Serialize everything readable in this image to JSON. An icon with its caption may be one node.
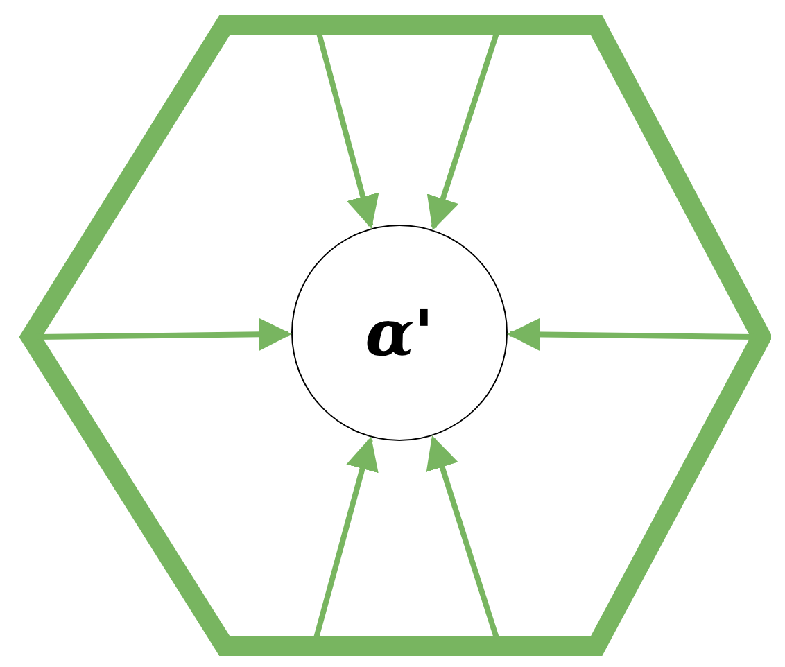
{
  "diagram": {
    "nodes": [
      {
        "text": [],
        "shape": "hexagon"
      },
      {
        "text": [
          "α'"
        ],
        "in": 0
      }
    ],
    "edges": [
      {
        "from": 0,
        "to": 1,
        "arrow": "to"
      },
      {
        "from": 0,
        "to": 1,
        "arrow": "to"
      },
      {
        "from": 0,
        "to": 1,
        "arrow": "to"
      },
      {
        "from": 0,
        "to": 1,
        "arrow": "to"
      },
      {
        "from": 0,
        "to": 1,
        "arrow": "to"
      },
      {
        "from": 0,
        "to": 1,
        "arrow": "to"
      }
    ]
  }
}
